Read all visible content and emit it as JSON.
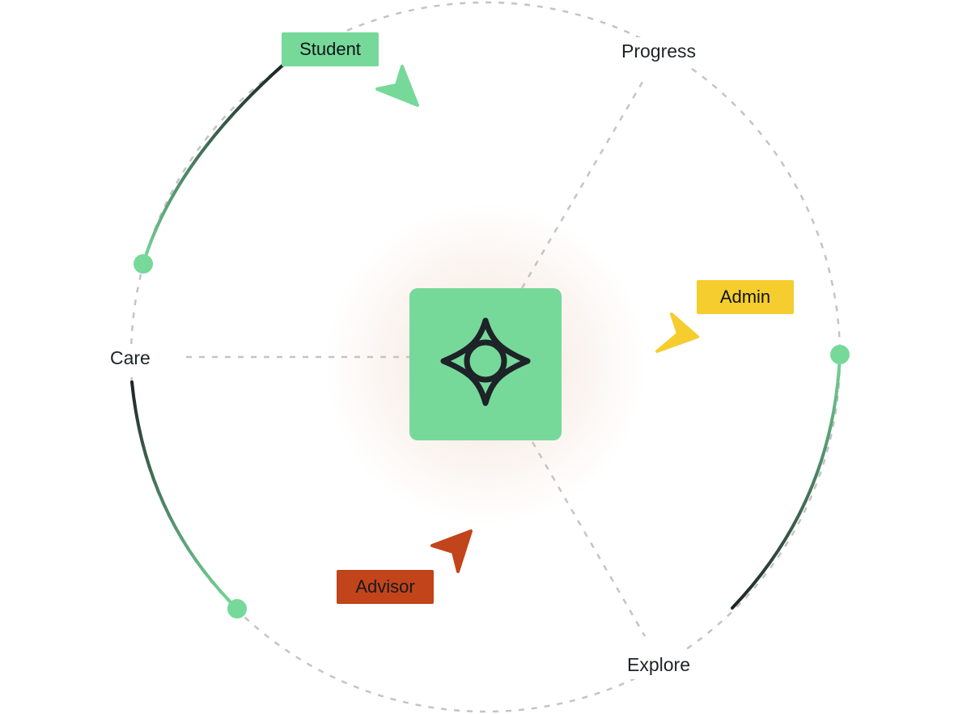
{
  "stages": {
    "progress": "Progress",
    "care": "Care",
    "explore": "Explore"
  },
  "roles": {
    "student": "Student",
    "admin": "Admin",
    "advisor": "Advisor"
  },
  "colors": {
    "green": "#76d99a",
    "yellow": "#f6cd2f",
    "orange": "#c2441a",
    "dark": "#1d2327",
    "dashed": "#c4c4c4"
  },
  "center_logo": "four-point-star-logo-icon"
}
